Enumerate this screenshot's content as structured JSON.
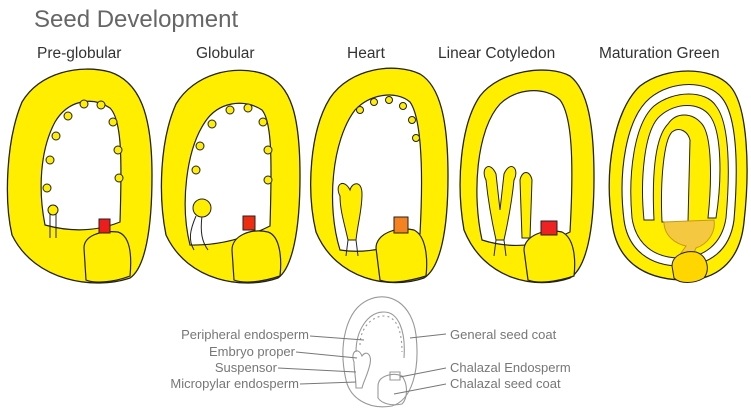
{
  "title": "Seed Development",
  "stages": [
    {
      "label": "Pre-globular"
    },
    {
      "label": "Globular"
    },
    {
      "label": "Heart"
    },
    {
      "label": "Linear Cotyledon"
    },
    {
      "label": "Maturation Green"
    }
  ],
  "key": {
    "left": [
      {
        "label": "Peripheral endosperm"
      },
      {
        "label": "Embryo proper"
      },
      {
        "label": "Suspensor"
      },
      {
        "label": "Micropylar endosperm"
      }
    ],
    "right": [
      {
        "label": "General seed coat"
      },
      {
        "label": "Chalazal Endosperm"
      },
      {
        "label": "Chalazal seed coat"
      }
    ]
  },
  "colors": {
    "seed_coat": "#ffee00",
    "outline": "#222222",
    "endosperm": "#ffffff",
    "chalazal_preglobular": "#ee1c1c",
    "chalazal_globular": "#ee2d10",
    "chalazal_heart": "#f58220",
    "chalazal_linear": "#ee2222",
    "embryo_maturation": "#f5c842",
    "key_outline": "#999999"
  }
}
